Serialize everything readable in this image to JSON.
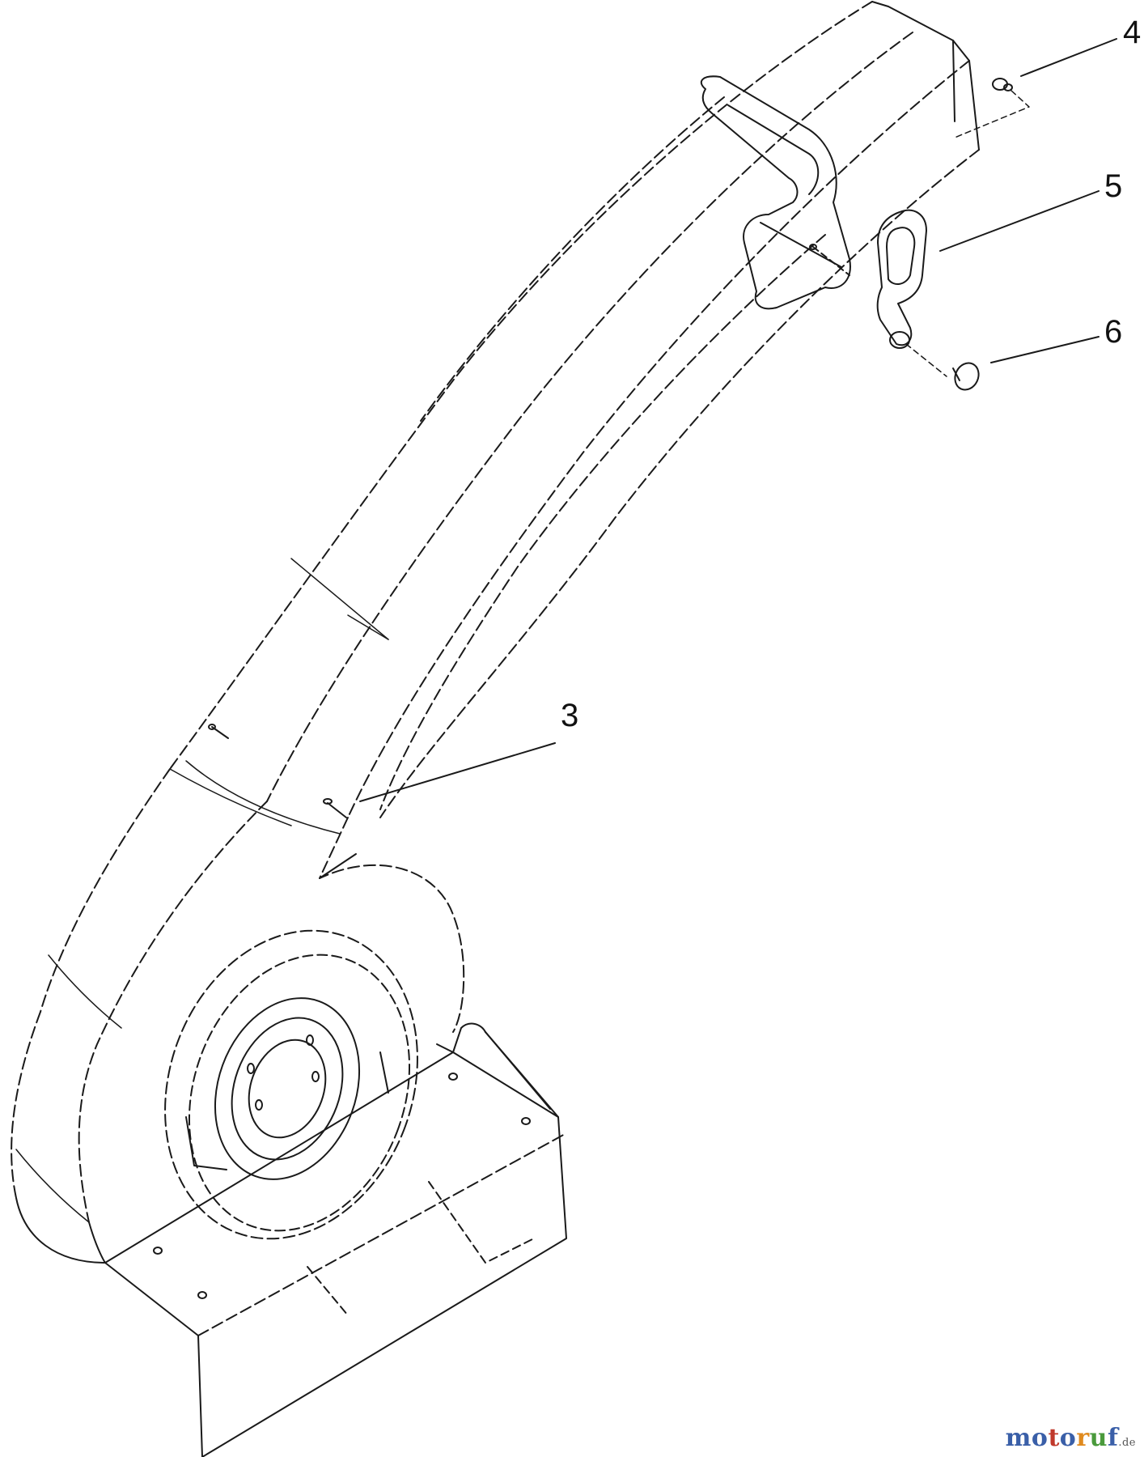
{
  "callouts": {
    "item_4": "4",
    "item_5": "5",
    "item_6": "6",
    "item_3": "3"
  },
  "watermark": {
    "letters": [
      "m",
      "o",
      "t",
      "o",
      "r",
      "u",
      "f"
    ],
    "letter_colors": [
      "#3a5fa8",
      "#3a5fa8",
      "#c0392b",
      "#3a5fa8",
      "#e08a1e",
      "#4a9a3c",
      "#3a5fa8"
    ],
    "suffix": ".de"
  },
  "colors": {
    "line": "#1a1a1a",
    "background": "#ffffff"
  }
}
